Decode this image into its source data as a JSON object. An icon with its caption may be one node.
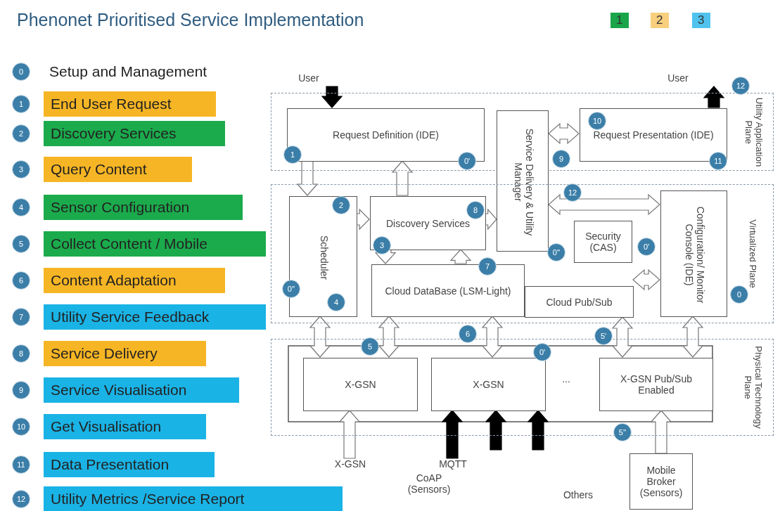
{
  "diagram": {
    "title": "Phenonet Prioritised Service Implementation",
    "nodes": [
      {
        "text": [
          "0"
        ]
      },
      {
        "text": [
          "Setup and Management"
        ]
      },
      {
        "text": [
          "1"
        ]
      },
      {
        "text": [
          "End User Request"
        ]
      },
      {
        "text": [
          "2"
        ]
      },
      {
        "text": [
          "Discovery Services"
        ]
      },
      {
        "text": [
          "3"
        ]
      },
      {
        "text": [
          "Query Content"
        ]
      },
      {
        "text": [
          "4"
        ]
      },
      {
        "text": [
          "Sensor Configuration"
        ]
      },
      {
        "text": [
          "5"
        ]
      },
      {
        "text": [
          "Collect Content / Mobile"
        ]
      },
      {
        "text": [
          "6"
        ]
      },
      {
        "text": [
          "Content Adaptation"
        ]
      },
      {
        "text": [
          "7"
        ]
      },
      {
        "text": [
          "Utility Service Feedback"
        ]
      },
      {
        "text": [
          "8"
        ]
      },
      {
        "text": [
          "Service Delivery"
        ]
      },
      {
        "text": [
          "9"
        ]
      },
      {
        "text": [
          "Service Visualisation"
        ]
      },
      {
        "text": [
          "10"
        ]
      },
      {
        "text": [
          "Get Visualisation"
        ]
      },
      {
        "text": [
          "11"
        ]
      },
      {
        "text": [
          "Data Presentation"
        ]
      },
      {
        "text": [
          "12"
        ]
      },
      {
        "text": [
          "Utility Metrics /Service Report"
        ]
      },
      {
        "text": [
          "Utility Application Plane"
        ]
      },
      {
        "text": [
          "User"
        ]
      },
      {
        "text": [
          "Request Definition (IDE)"
        ],
        "in": 26
      },
      {
        "text": [
          "Service Delivery & Utility Manager"
        ]
      },
      {
        "text": [
          "Request Presentation (IDE)"
        ],
        "in": 26
      },
      {
        "text": [
          "User"
        ]
      },
      {
        "text": [
          "Virtualized Plane"
        ]
      },
      {
        "text": [
          "Scheduler"
        ],
        "in": 32
      },
      {
        "text": [
          "Discovery Services"
        ],
        "in": 32
      },
      {
        "text": [
          "Cloud DataBase (LSM-Light)"
        ],
        "in": 32
      },
      {
        "text": [
          "Security (CAS)"
        ],
        "in": 32
      },
      {
        "text": [
          "Cloud Pub/Sub"
        ],
        "in": 32
      },
      {
        "text": [
          "Configuration/ Monitor Console (IDE)"
        ],
        "in": 32
      },
      {
        "text": [
          "Physical Technology Plane"
        ]
      },
      {
        "text": [
          "X-GSN"
        ],
        "in": 39
      },
      {
        "text": [
          "X-GSN"
        ],
        "in": 39
      },
      {
        "text": [
          "X-GSN Pub/Sub Enabled"
        ],
        "in": 39
      },
      {
        "text": [
          "X-GSN"
        ]
      },
      {
        "text": [
          "MQTT"
        ]
      },
      {
        "text": [
          "Mobile Broker (Sensors)"
        ]
      },
      {
        "text": [
          "1"
        ],
        "in": 26
      },
      {
        "text": [
          "0'"
        ],
        "in": 26
      },
      {
        "text": [
          "10"
        ],
        "in": 30
      },
      {
        "text": [
          "12"
        ]
      },
      {
        "text": [
          "9"
        ],
        "in": 26
      },
      {
        "text": [
          "11"
        ],
        "in": 26
      },
      {
        "text": [
          "12"
        ],
        "in": 32
      },
      {
        "text": [
          "2"
        ],
        "in": 33
      },
      {
        "text": [
          "8"
        ],
        "in": 34
      },
      {
        "text": [
          "3"
        ],
        "in": 32
      },
      {
        "text": [
          "0''"
        ],
        "in": 32
      },
      {
        "text": [
          "4"
        ],
        "in": 33
      },
      {
        "text": [
          "7"
        ],
        "in": 32
      },
      {
        "text": [
          "0''"
        ],
        "in": 32
      },
      {
        "text": [
          "0'"
        ],
        "in": 32
      },
      {
        "text": [
          "0"
        ],
        "in": 32
      },
      {
        "text": [
          "5"
        ],
        "in": 39
      },
      {
        "text": [
          "6"
        ]
      },
      {
        "text": [
          "0'"
        ],
        "in": 39
      },
      {
        "text": [
          "5'"
        ]
      },
      {
        "text": [
          "5''"
        ]
      }
    ],
    "edges": [
      {
        "from": 27,
        "to": 28,
        "arrow": "to",
        "color": "#000000"
      },
      {
        "from": 30,
        "to": 31,
        "arrow": "to",
        "color": "#000000"
      },
      {
        "from": 28,
        "to": 33,
        "arrow": "to"
      },
      {
        "from": 33,
        "to": 34,
        "arrow": "to"
      },
      {
        "from": 34,
        "to": 28,
        "arrow": "to"
      },
      {
        "from": 34,
        "to": 35,
        "arrow": "to"
      },
      {
        "from": 35,
        "to": 34,
        "arrow": "to"
      },
      {
        "from": 34,
        "to": 29,
        "arrow": "to"
      },
      {
        "from": 29,
        "to": 30,
        "arrow": "both"
      },
      {
        "from": 29,
        "to": 38,
        "arrow": "both"
      },
      {
        "from": 37,
        "to": 38,
        "arrow": "both"
      },
      {
        "from": 38,
        "to": 42,
        "arrow": "both"
      },
      {
        "from": 33,
        "to": 40,
        "arrow": "both"
      },
      {
        "from": 35,
        "to": 40,
        "arrow": "both"
      },
      {
        "from": 35,
        "to": 41,
        "arrow": "both"
      },
      {
        "from": 37,
        "to": 42,
        "arrow": "both"
      },
      {
        "from": 43,
        "to": 40,
        "arrow": "to"
      },
      {
        "from": 44,
        "to": 41,
        "arrow": "to",
        "color": "#000000"
      },
      {
        "from": null,
        "to": 41,
        "arrow": "to",
        "color": "#000000"
      },
      {
        "from": null,
        "to": 41,
        "arrow": "to",
        "color": "#000000"
      },
      {
        "from": 45,
        "to": 42,
        "arrow": "to"
      }
    ],
    "labels": [
      "...",
      "CoAP (Sensors)",
      "Others"
    ],
    "legend": [
      {
        "text": "1",
        "color": "#1aa54a"
      },
      {
        "text": "2",
        "color": "#f7cf7e"
      },
      {
        "text": "3",
        "color": "#4fc3ee"
      }
    ]
  }
}
